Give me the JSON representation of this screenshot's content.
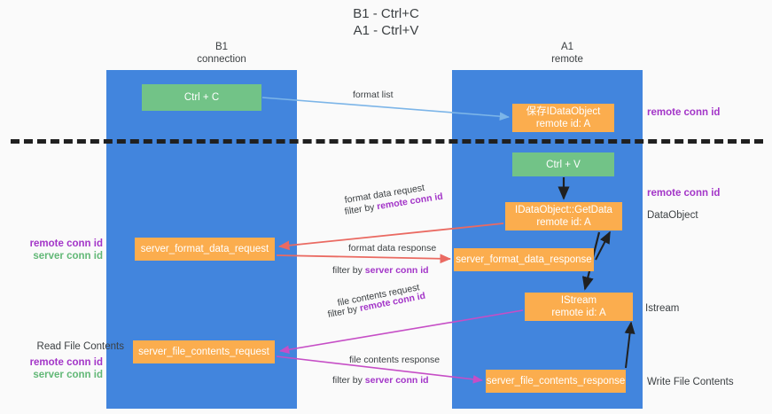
{
  "title": {
    "line1": "B1 - Ctrl+C",
    "line2": "A1 - Ctrl+V"
  },
  "columns": [
    {
      "name": "B1",
      "role": "connection"
    },
    {
      "name": "A1",
      "role": "remote"
    }
  ],
  "nodes": {
    "ctrl_c": {
      "label": "Ctrl + C",
      "color": "#72c387"
    },
    "idataobject": {
      "line1": "保存IDataObject",
      "line2": "remote id: A",
      "color": "#fbad4e"
    },
    "ctrl_v": {
      "label": "Ctrl + V",
      "color": "#72c387"
    },
    "getdata": {
      "line1": "IDataObject::GetData",
      "line2": "remote id: A",
      "color": "#fbad4e"
    },
    "server_format_data_request": {
      "label": "server_format_data_request",
      "color": "#fbad4e"
    },
    "server_format_data_response": {
      "label": "server_format_data_response",
      "color": "#fbad4e"
    },
    "istream": {
      "line1": "IStream",
      "line2": "remote id: A",
      "color": "#fbad4e"
    },
    "server_file_contents_request": {
      "label": "server_file_contents_request",
      "color": "#fbad4e"
    },
    "server_file_contents_response": {
      "label": "server_file_contents_response",
      "color": "#fbad4e"
    }
  },
  "edges": {
    "format_list": {
      "label": "format list"
    },
    "format_data_request": {
      "label": "format data request",
      "filter_prefix": "filter by ",
      "filter_id": "remote conn id"
    },
    "format_data_response": {
      "label": "format data response",
      "filter_prefix": "filter by ",
      "filter_id": "server conn id"
    },
    "file_contents_request": {
      "label": "file contents request",
      "filter_prefix": "filter by ",
      "filter_id": "remote conn id"
    },
    "file_contents_response": {
      "label": "file contents response",
      "filter_prefix": "filter by ",
      "filter_id": "server conn id"
    }
  },
  "captions": {
    "remote_conn_id_top": "remote conn id",
    "remote_conn_id_mid": "remote conn id",
    "dataobject": "DataObject",
    "istream": "Istream",
    "write_file_contents": "Write File Contents",
    "read_file_contents": "Read File Contents",
    "remote_conn_id_left": "remote conn id",
    "server_conn_id_left": "server conn id",
    "remote_conn_id_left2": "remote conn id",
    "server_conn_id_left2": "server conn id"
  },
  "colors": {
    "lane": "#4285dd",
    "green_node": "#72c387",
    "orange_node": "#fbad4e",
    "purple_text": "#a335c8",
    "green_text": "#62b877",
    "red_arrow": "#ea6a62",
    "magenta_arrow": "#c64ec6",
    "blue_arrow": "#7cb5e8",
    "black_arrow": "#202020",
    "background": "#fafafa"
  }
}
